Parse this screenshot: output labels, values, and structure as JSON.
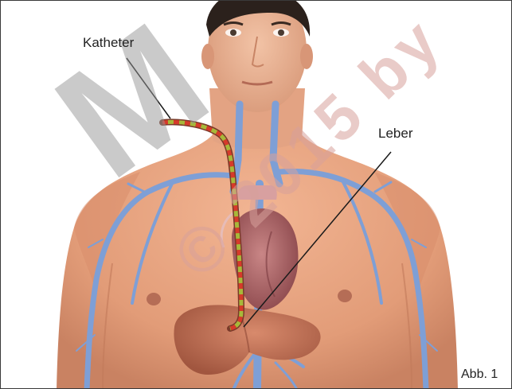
{
  "labels": {
    "catheter": "Katheter",
    "liver": "Leber",
    "figure_number": "Abb. 1"
  },
  "watermark": {
    "main": "M",
    "copyright": "© 2015 by"
  },
  "colors": {
    "skin": "#e7a27f",
    "vein": "#7e9fd6",
    "heart": "#b86a6a",
    "liver": "#c2705a",
    "catheter_stripe_red": "#d63a2a",
    "catheter_stripe_green": "#a8b83a",
    "hair": "#2b211c"
  }
}
